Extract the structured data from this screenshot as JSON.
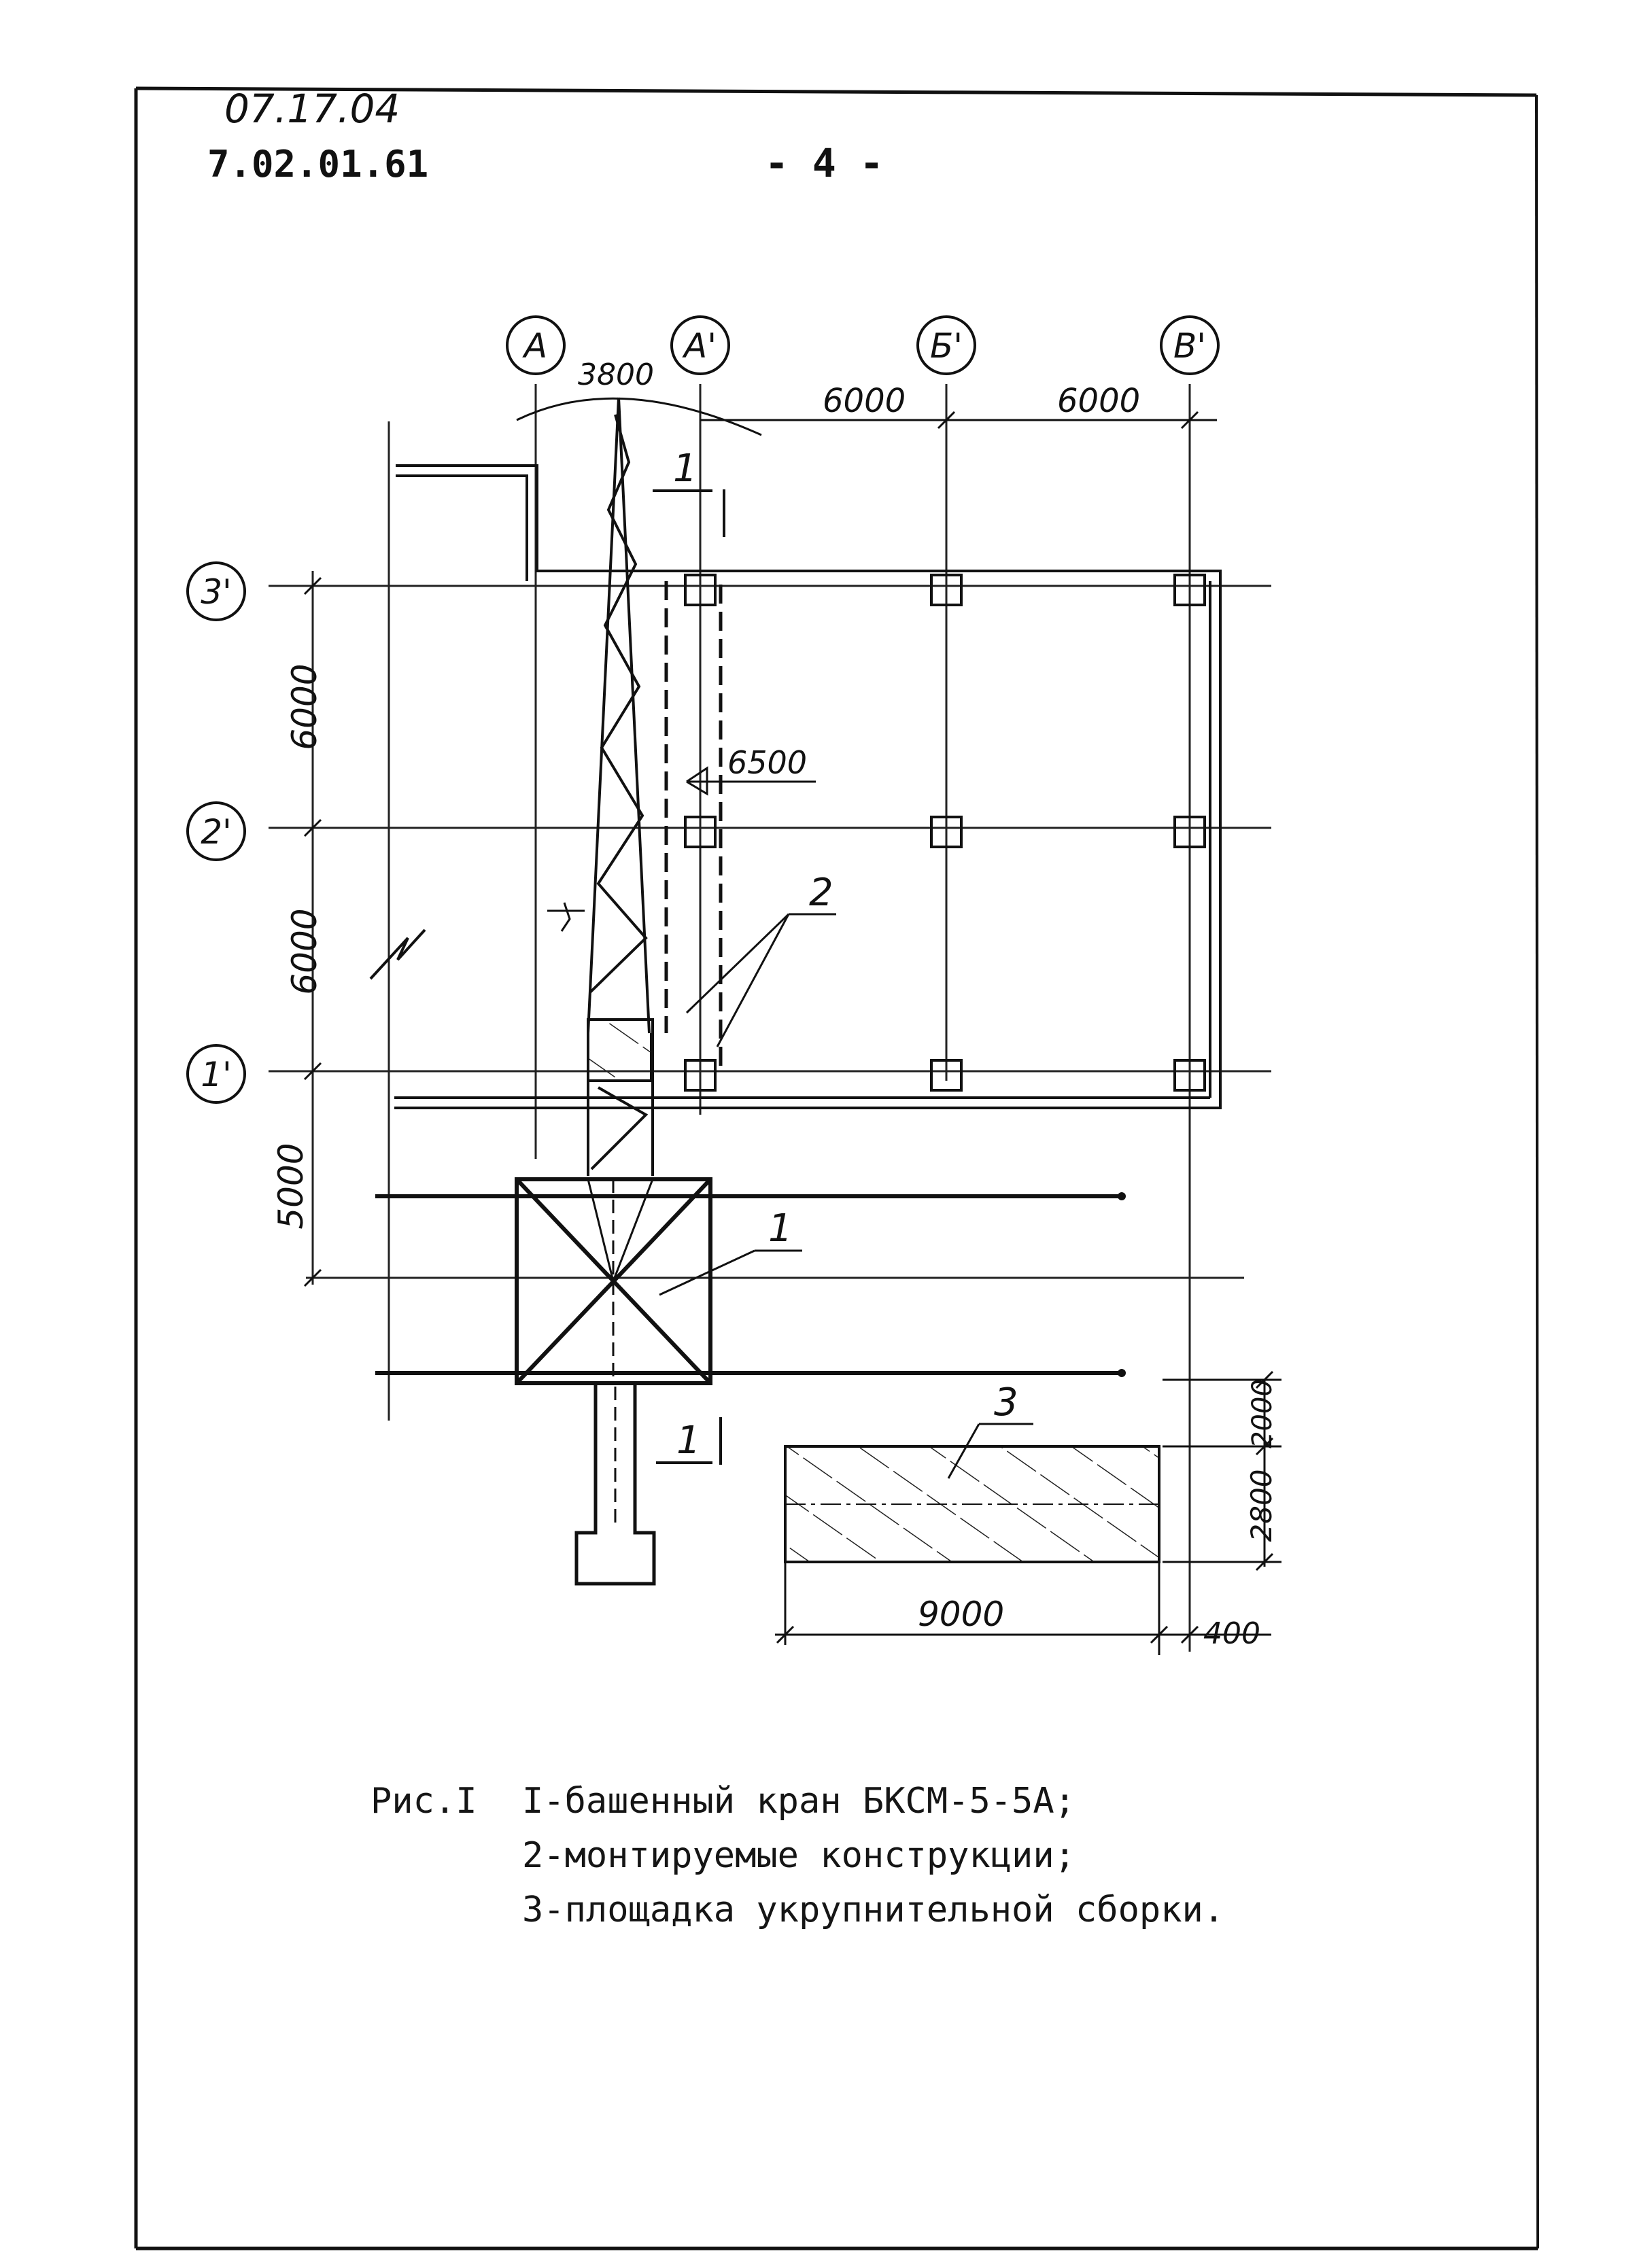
{
  "header": {
    "code_handwritten": "07.17.04",
    "code_typed": "7.02.01.61",
    "page_number": "- 4 -"
  },
  "axes": {
    "columns": [
      "А",
      "А'",
      "Б'",
      "В'"
    ],
    "rows": [
      "3'",
      "2'",
      "1'"
    ]
  },
  "dimensions": {
    "top_span_1": "3800",
    "top_span_2": "6000",
    "top_span_3": "6000",
    "left_span_1": "6000",
    "left_span_2": "6000",
    "left_span_3": "5000",
    "level_mark": "6500",
    "site_right_1": "2000",
    "site_right_2": "2800",
    "site_bottom": "9000",
    "offset_bottom": "400"
  },
  "callouts": {
    "section_top": "1",
    "section_bottom": "1",
    "crane": "1",
    "structures": "2",
    "assembly_site": "3"
  },
  "caption": {
    "figure_label": "Рис.I",
    "line1": "I-башенный кран БКСМ-5-5А;",
    "line2": "2-монтируемые конструкции;",
    "line3": "3-площадка укрупнительной сборки."
  }
}
